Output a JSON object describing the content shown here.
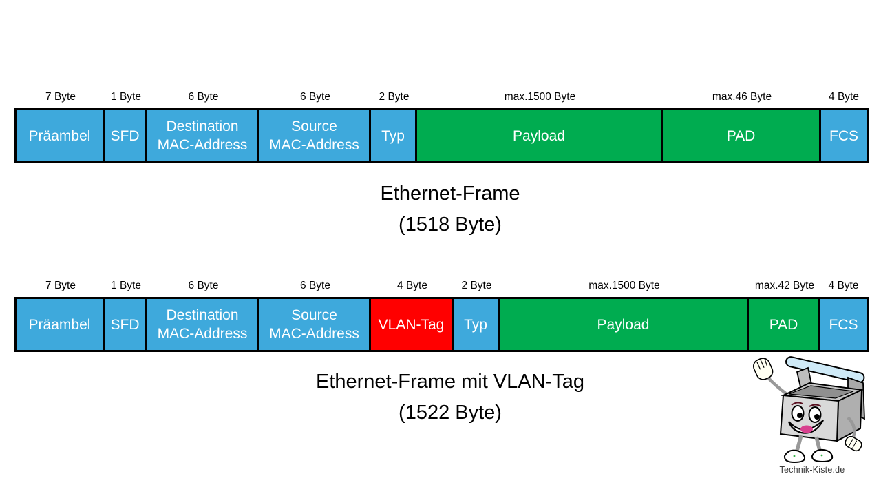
{
  "page": {
    "background": "#ffffff"
  },
  "colors": {
    "field_blue": "#3EA9DC",
    "field_green": "#00AC50",
    "field_red": "#FF0000",
    "border_black": "#000000",
    "field_text_white": "#FFFFFF",
    "handle_blue": "#CFEAF7",
    "toolbox_grey": "#D9D9D9"
  },
  "frame1": {
    "title": "Ethernet-Frame",
    "subtitle": "(1518 Byte)",
    "segments": [
      {
        "name": "praeambel",
        "size_label": "7 Byte",
        "lines": [
          "Präambel"
        ]
      },
      {
        "name": "sfd",
        "size_label": "1 Byte",
        "lines": [
          "SFD"
        ]
      },
      {
        "name": "destination-mac",
        "size_label": "6 Byte",
        "lines": [
          "Destination",
          "MAC-Address"
        ]
      },
      {
        "name": "source-mac",
        "size_label": "6 Byte",
        "lines": [
          "Source",
          "MAC-Address"
        ]
      },
      {
        "name": "typ",
        "size_label": "2 Byte",
        "lines": [
          "Typ"
        ]
      },
      {
        "name": "payload",
        "size_label": "max.1500 Byte",
        "lines": [
          "Payload"
        ]
      },
      {
        "name": "pad",
        "size_label": "max.46 Byte",
        "lines": [
          "PAD"
        ]
      },
      {
        "name": "fcs",
        "size_label": "4 Byte",
        "lines": [
          "FCS"
        ]
      }
    ]
  },
  "frame2": {
    "title": "Ethernet-Frame mit VLAN-Tag",
    "subtitle": "(1522 Byte)",
    "segments": [
      {
        "name": "praeambel",
        "size_label": "7 Byte",
        "lines": [
          "Präambel"
        ]
      },
      {
        "name": "sfd",
        "size_label": "1 Byte",
        "lines": [
          "SFD"
        ]
      },
      {
        "name": "destination-mac",
        "size_label": "6 Byte",
        "lines": [
          "Destination",
          "MAC-Address"
        ]
      },
      {
        "name": "source-mac",
        "size_label": "6 Byte",
        "lines": [
          "Source",
          "MAC-Address"
        ]
      },
      {
        "name": "vlan-tag",
        "size_label": "4 Byte",
        "lines": [
          "VLAN-Tag"
        ]
      },
      {
        "name": "typ",
        "size_label": "2 Byte",
        "lines": [
          "Typ"
        ]
      },
      {
        "name": "payload",
        "size_label": "max.1500 Byte",
        "lines": [
          "Payload"
        ]
      },
      {
        "name": "pad",
        "size_label": "max.42 Byte",
        "lines": [
          "PAD"
        ]
      },
      {
        "name": "fcs",
        "size_label": "4 Byte",
        "lines": [
          "FCS"
        ]
      }
    ]
  },
  "logo": {
    "text": "Technik-Kiste.de"
  }
}
